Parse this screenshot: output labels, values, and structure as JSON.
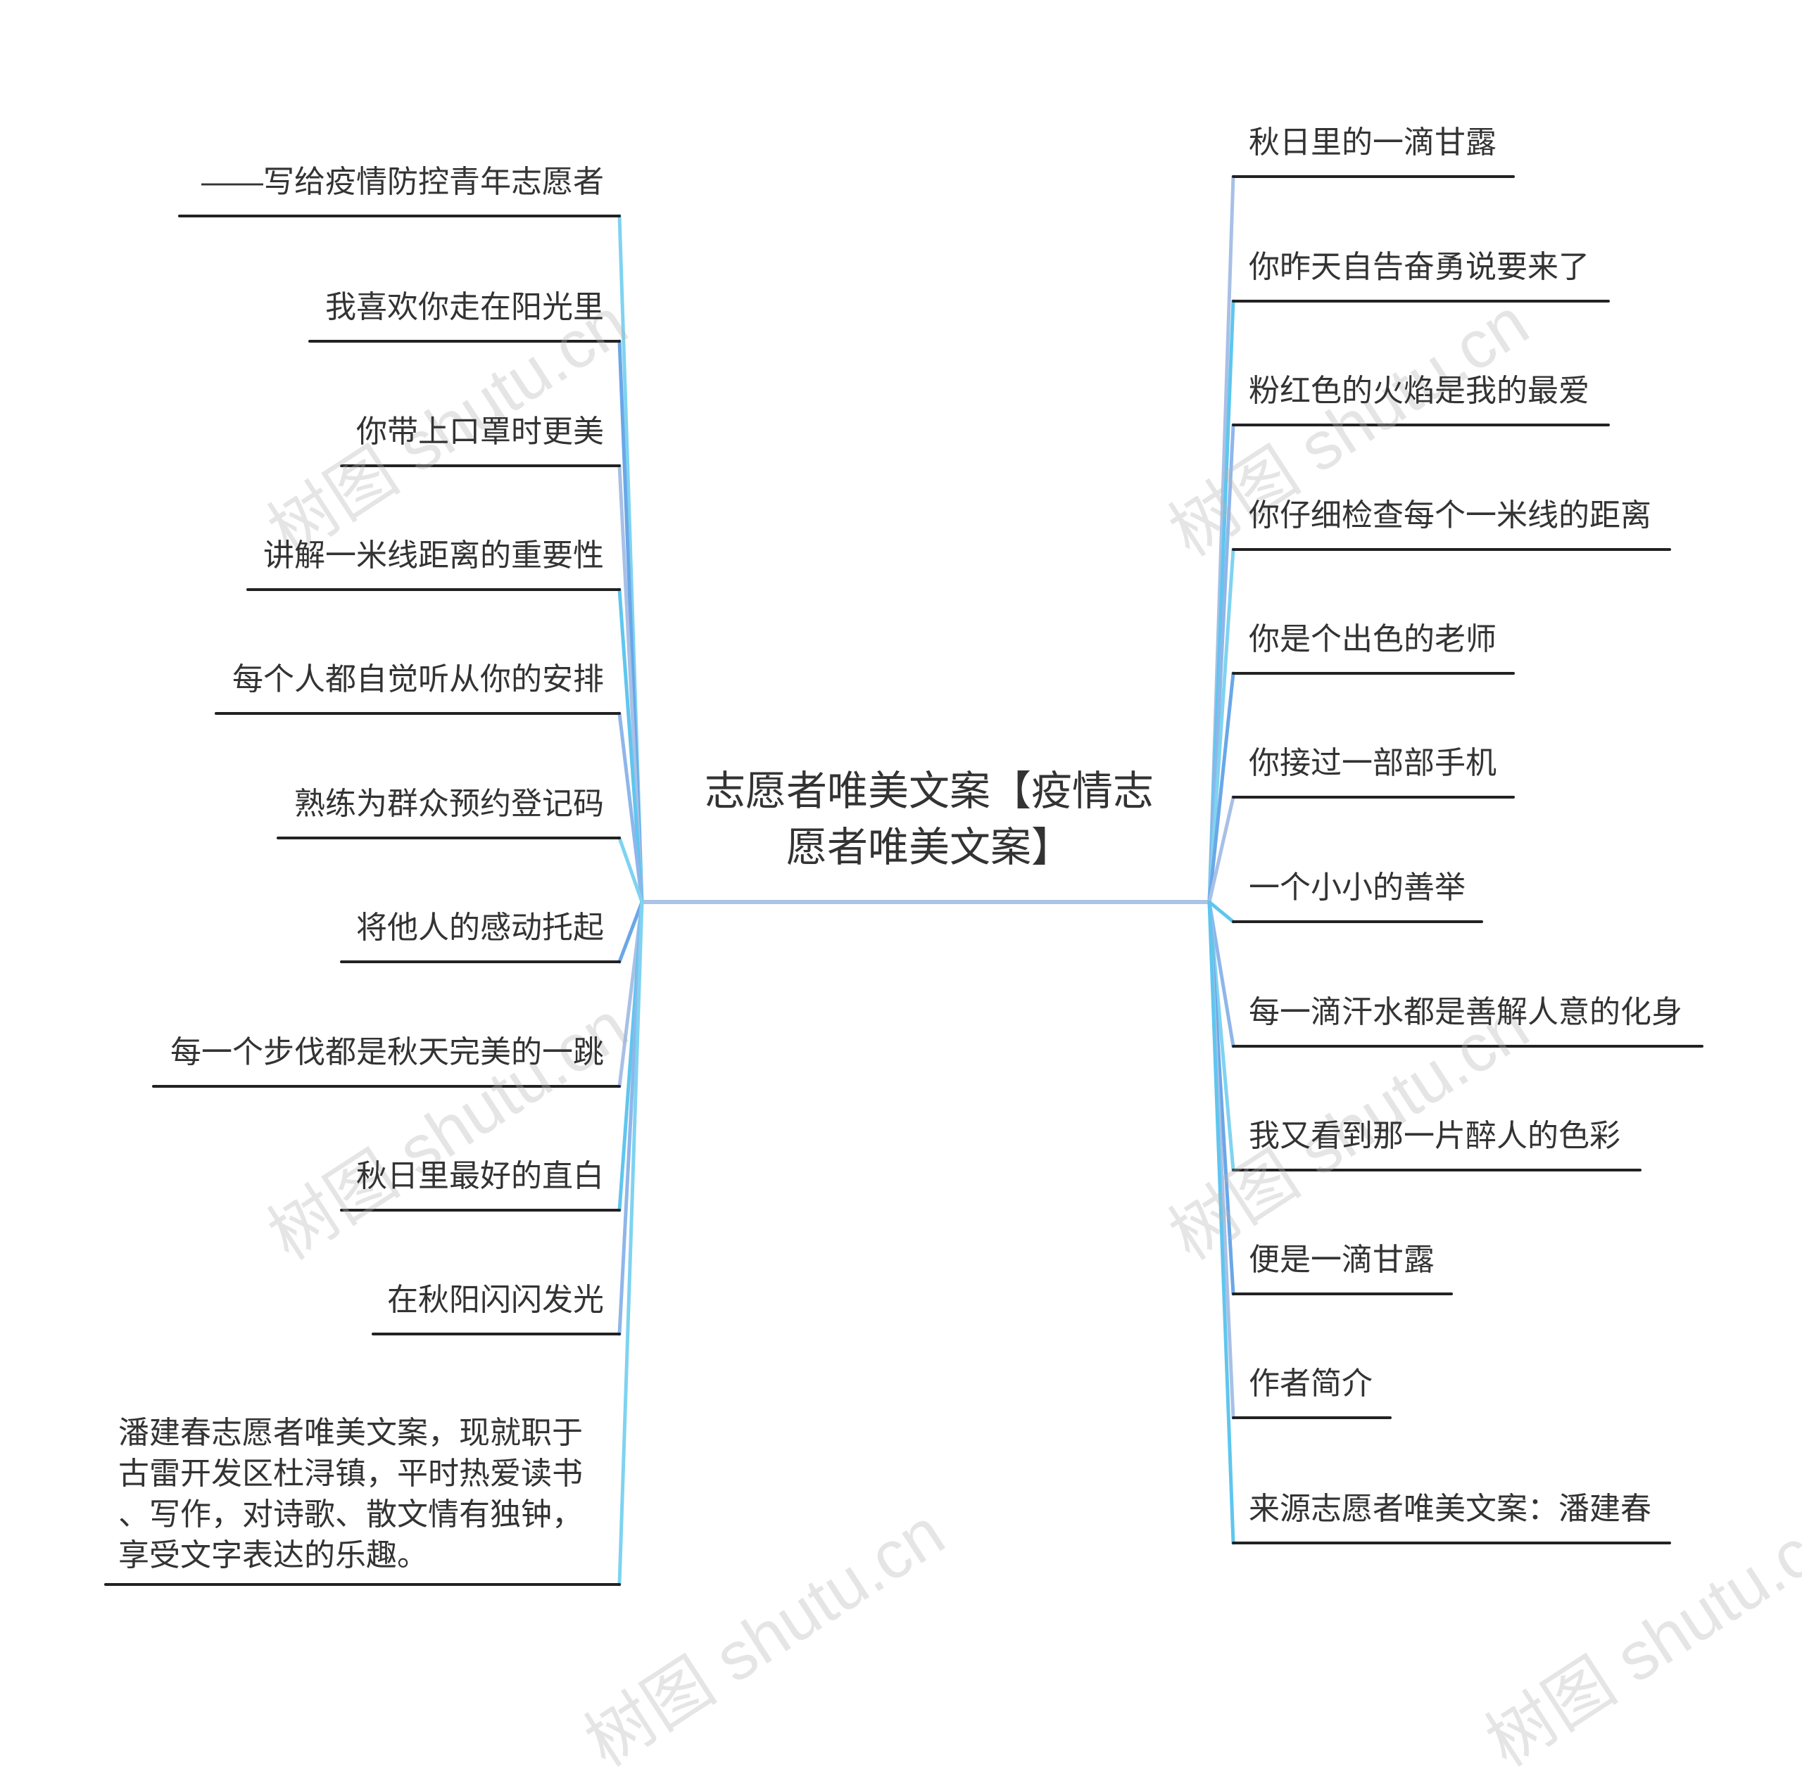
{
  "root": {
    "lines": [
      "志愿者唯美文案【疫情志",
      "愿者唯美文案】"
    ]
  },
  "left_branches": [
    {
      "lines": [
        "——写给疫情防控青年志愿者"
      ]
    },
    {
      "lines": [
        "我喜欢你走在阳光里"
      ]
    },
    {
      "lines": [
        "你带上口罩时更美"
      ]
    },
    {
      "lines": [
        "讲解一米线距离的重要性"
      ]
    },
    {
      "lines": [
        "每个人都自觉听从你的安排"
      ]
    },
    {
      "lines": [
        "熟练为群众预约登记码"
      ]
    },
    {
      "lines": [
        "将他人的感动托起"
      ]
    },
    {
      "lines": [
        "每一个步伐都是秋天完美的一跳"
      ]
    },
    {
      "lines": [
        "秋日里最好的直白"
      ]
    },
    {
      "lines": [
        "在秋阳闪闪发光"
      ]
    },
    {
      "lines": [
        "潘建春志愿者唯美文案，现就职于",
        "古雷开发区杜浔镇，平时热爱读书",
        "、写作，对诗歌、散文情有独钟，",
        "享受文字表达的乐趣。"
      ]
    }
  ],
  "right_branches": [
    {
      "lines": [
        "秋日里的一滴甘露"
      ]
    },
    {
      "lines": [
        "你昨天自告奋勇说要来了"
      ]
    },
    {
      "lines": [
        "粉红色的火焰是我的最爱"
      ]
    },
    {
      "lines": [
        "你仔细检查每个一米线的距离"
      ]
    },
    {
      "lines": [
        "你是个出色的老师"
      ]
    },
    {
      "lines": [
        "你接过一部部手机"
      ]
    },
    {
      "lines": [
        "一个小小的善举"
      ]
    },
    {
      "lines": [
        "每一滴汗水都是善解人意的化身"
      ]
    },
    {
      "lines": [
        "我又看到那一片醉人的色彩"
      ]
    },
    {
      "lines": [
        "便是一滴甘露"
      ]
    },
    {
      "lines": [
        "作者简介"
      ]
    },
    {
      "lines": [
        "来源志愿者唯美文案：潘建春"
      ]
    }
  ],
  "watermark": "树图 shutu.cn",
  "colors": {
    "underline": "#222222",
    "trunk": "#a9c4e6",
    "connectors": [
      "#7fd3f0",
      "#6aa7e8",
      "#a8c0e6",
      "#5fc6ee",
      "#8fb6ea"
    ]
  }
}
